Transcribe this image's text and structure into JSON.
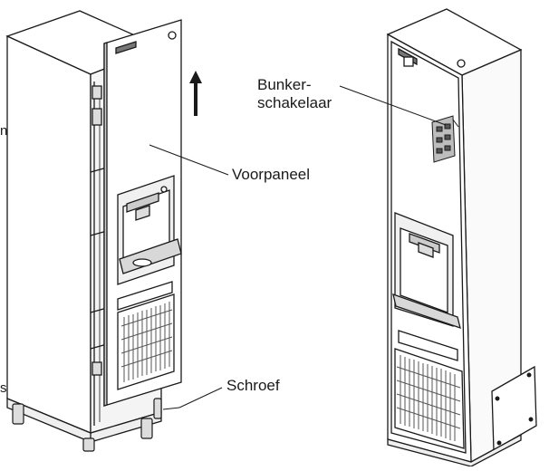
{
  "labels": {
    "bunker_line1": "Bunker-",
    "bunker_line2": "schakelaar",
    "voorpaneel": "Voorpaneel",
    "schroef": "Schroef"
  },
  "edge_fragments": {
    "top_left": "n",
    "bottom_left": "s"
  },
  "colors": {
    "line": "#1a1a1a",
    "panel": "#ffffff",
    "shade": "#e6e6e6",
    "grille": "#555555"
  }
}
